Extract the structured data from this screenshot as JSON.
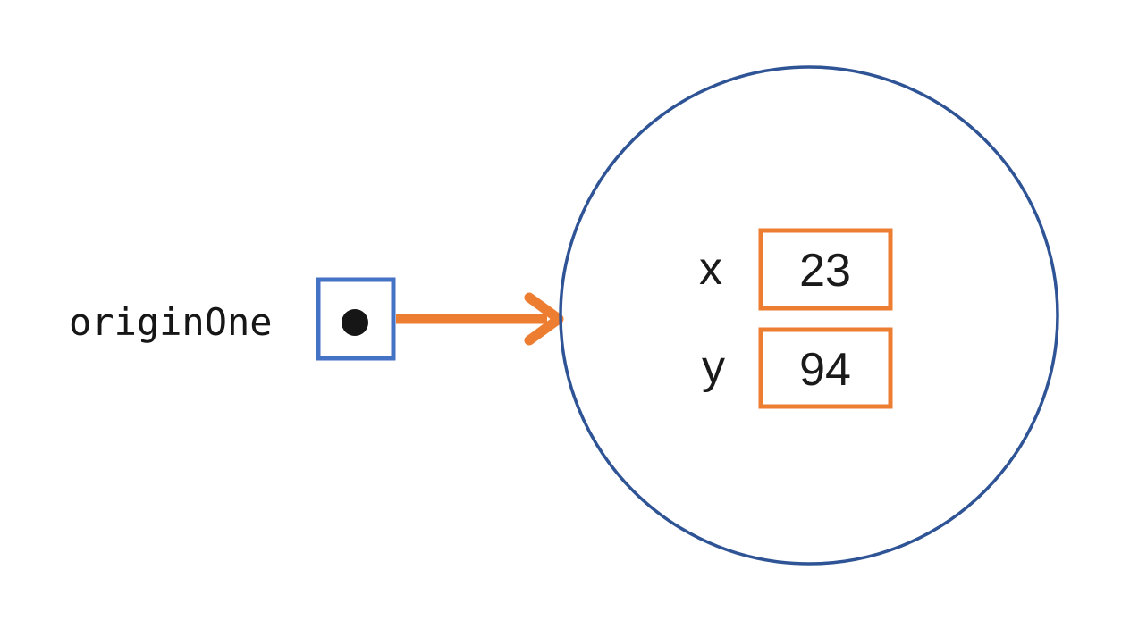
{
  "diagram": {
    "background_color": "#ffffff",
    "variable": {
      "name": "originOne",
      "box_border_color": "#4472c4",
      "dot_color": "#161616"
    },
    "arrow": {
      "color": "#ed7d31"
    },
    "object": {
      "outline_color": "#2f5496",
      "attribute_box_border_color": "#ed7d31",
      "attributes": [
        {
          "name": "x",
          "value": "23"
        },
        {
          "name": "y",
          "value": "94"
        }
      ]
    },
    "text_color": "#1a1a1a"
  }
}
